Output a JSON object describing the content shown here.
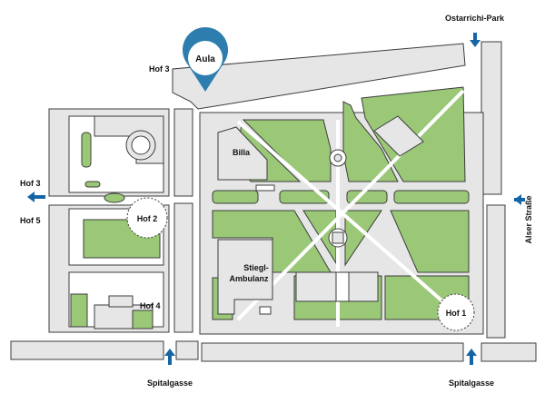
{
  "colors": {
    "background": "#ffffff",
    "building": "#e6e6e6",
    "outline": "#3c3c3c",
    "lawn": "#9ac877",
    "marker": "#2d7dae",
    "arrow": "#1565a5",
    "text": "#111111"
  },
  "icons": {
    "location_marker": "map-pin-icon",
    "entrance_arrow": "arrow-icon"
  },
  "labels": {
    "aula": "Aula",
    "hof3_top": "Hof 3",
    "hof3_left": "Hof 3",
    "hof5": "Hof 5",
    "hof2": "Hof 2",
    "hof4": "Hof 4",
    "hof1": "Hof 1",
    "billa": "Billa",
    "stiegl_line1": "Stiegl-",
    "stiegl_line2": "Ambulanz",
    "ostarrichi_park": "Ostarrichi-Park",
    "alser_strasse": "Alser Straße",
    "spitalgasse_left": "Spitalgasse",
    "spitalgasse_right": "Spitalgasse"
  }
}
